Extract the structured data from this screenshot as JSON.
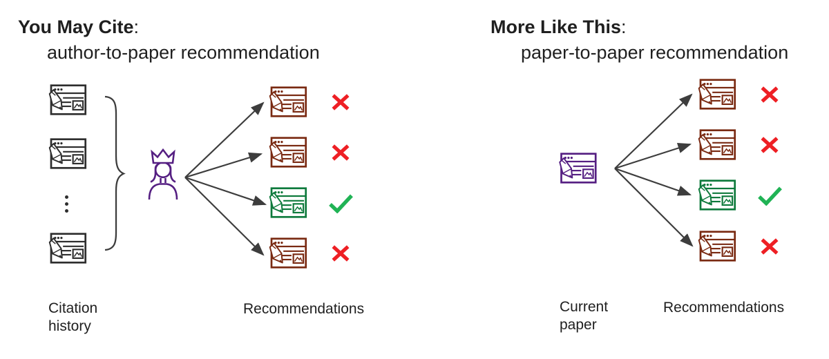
{
  "colors": {
    "ink": "#1f1f1f",
    "stack_ink": "#2e2e2e",
    "line_gray": "#3d3d3d",
    "maroon": "#7a2a12",
    "green_paper": "#0e7a3c",
    "purple": "#551f82",
    "reject_red": "#ee1f24",
    "accept_green": "#20b355"
  },
  "icons": {
    "paper": "document-window-with-pencil-icon",
    "queen": "crowned-author-person-icon",
    "ellipsis": "vertical-ellipsis-icon",
    "reject": "red-x-icon",
    "accept": "green-check-icon",
    "brace": "right-curly-brace",
    "arrows": "fan-out-arrows"
  },
  "left": {
    "title": "You May Cite",
    "title_suffix": ":",
    "subtitle": "author-to-paper recommendation",
    "stack": [
      "paper",
      "paper",
      "ellipsis",
      "paper"
    ],
    "source_kind": "author",
    "source_label_line1": "Citation",
    "source_label_line2": "history",
    "recommendations": [
      {
        "paper_color": "maroon",
        "verdict": "reject"
      },
      {
        "paper_color": "maroon",
        "verdict": "reject"
      },
      {
        "paper_color": "green_paper",
        "verdict": "accept"
      },
      {
        "paper_color": "maroon",
        "verdict": "reject"
      }
    ],
    "recommendations_label": "Recommendations"
  },
  "right": {
    "title": "More Like This",
    "title_suffix": ":",
    "subtitle": "paper-to-paper recommendation",
    "source_kind": "paper",
    "source_label_line1": "Current",
    "source_label_line2": "paper",
    "recommendations": [
      {
        "paper_color": "maroon",
        "verdict": "reject"
      },
      {
        "paper_color": "maroon",
        "verdict": "reject"
      },
      {
        "paper_color": "green_paper",
        "verdict": "accept"
      },
      {
        "paper_color": "maroon",
        "verdict": "reject"
      }
    ],
    "recommendations_label": "Recommendations"
  }
}
